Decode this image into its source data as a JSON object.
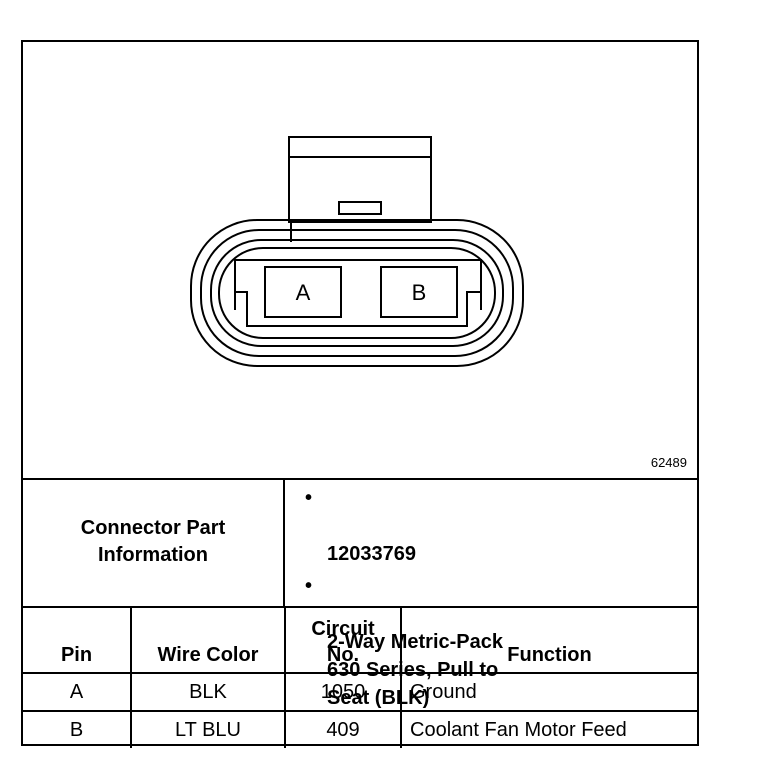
{
  "figure": {
    "pin_labels": [
      "A",
      "B"
    ],
    "figure_code": "62489"
  },
  "connector_info": {
    "label": "Connector Part\nInformation",
    "items": [
      "12033769",
      "2-Way Metric-Pack\n630 Series, Pull to\nSeat (BLK)"
    ]
  },
  "pin_table": {
    "headers": {
      "pin": "Pin",
      "wire_color": "Wire Color",
      "circuit": "Circuit\nNo.",
      "function": "Function"
    },
    "rows": [
      {
        "pin": "A",
        "wire_color": "BLK",
        "circuit": "1050",
        "function": "Ground"
      },
      {
        "pin": "B",
        "wire_color": "LT BLU",
        "circuit": "409",
        "function": "Coolant Fan Motor Feed"
      }
    ]
  },
  "bullet_glyph": "•"
}
